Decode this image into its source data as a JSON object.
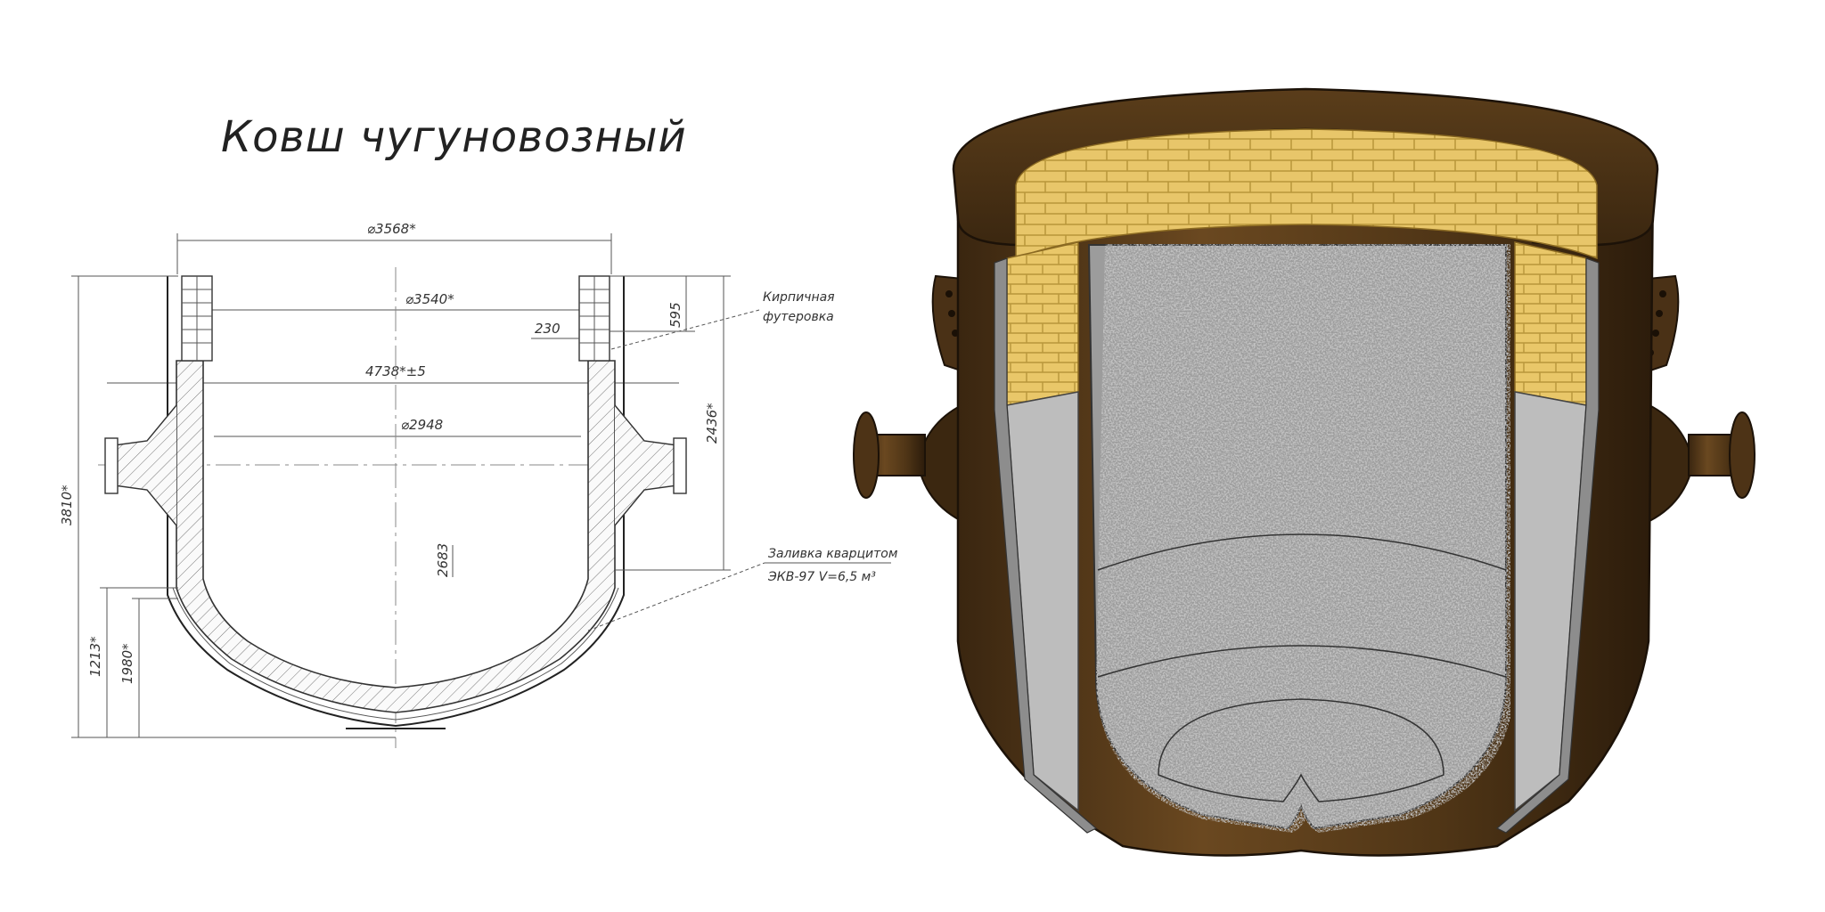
{
  "title": "Ковш чугуновозный",
  "dimensions": {
    "top_outer_diameter": "⌀3568*",
    "top_inner_diameter": "⌀3540*",
    "trunnion_span": "4738*±5",
    "lining_inner_diameter": "⌀2948",
    "lining_offset": "230",
    "lining_height": "595",
    "upper_height": "2436*",
    "overall_height": "3810*",
    "inner_depth": "2683",
    "bottom_height": "1213*",
    "bottom_offset": "1980*"
  },
  "notes": {
    "brick_lining_line1": "Кирпичная",
    "brick_lining_line2": "футеровка",
    "quartz_line1": "Заливка кварцитом",
    "quartz_line2": "ЭКВ-97 V=6,5 м³"
  },
  "colors": {
    "steel_shell": "#4a3218",
    "steel_shell_light": "#6b4a22",
    "brick": "#e8c66a",
    "brick_mortar": "#b8963a",
    "quartz": "#b9b9b9"
  }
}
